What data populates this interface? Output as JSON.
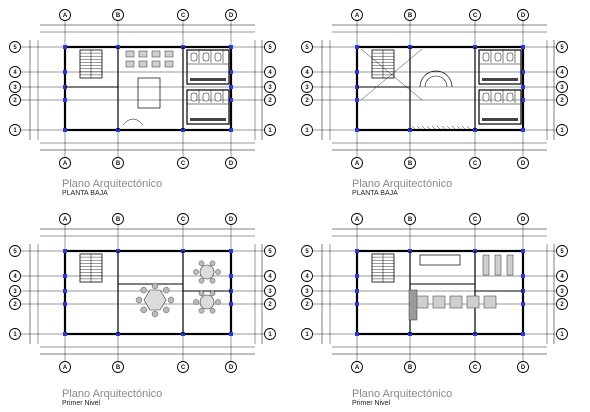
{
  "plans": [
    {
      "id": "p1",
      "title": "Plano Arquitectónico",
      "subtitle": "PLANTA BAJA",
      "type": "ground",
      "axes": {
        "cols": [
          "A",
          "B",
          "C",
          "D"
        ],
        "rows": [
          "5",
          "4",
          "3",
          "2",
          "1"
        ]
      }
    },
    {
      "id": "p2",
      "title": "Plano Arquitectónico",
      "subtitle": "PLANTA BAJA",
      "type": "ground2",
      "axes": {
        "cols": [
          "A",
          "B",
          "C",
          "D"
        ],
        "rows": [
          "5",
          "4",
          "3",
          "2",
          "1"
        ]
      }
    },
    {
      "id": "p3",
      "title": "Plano Arquitectónico",
      "subtitle": "Primer Nivel",
      "type": "level1",
      "axes": {
        "cols": [
          "A",
          "B",
          "C",
          "D"
        ],
        "rows": [
          "5",
          "4",
          "3",
          "2",
          "1"
        ]
      }
    },
    {
      "id": "p4",
      "title": "Plano Arquitectónico",
      "subtitle": "Primer Nivel",
      "type": "level1b",
      "axes": {
        "cols": [
          "A",
          "B",
          "C",
          "D"
        ],
        "rows": [
          "5",
          "4",
          "3",
          "2",
          "1"
        ]
      }
    }
  ]
}
